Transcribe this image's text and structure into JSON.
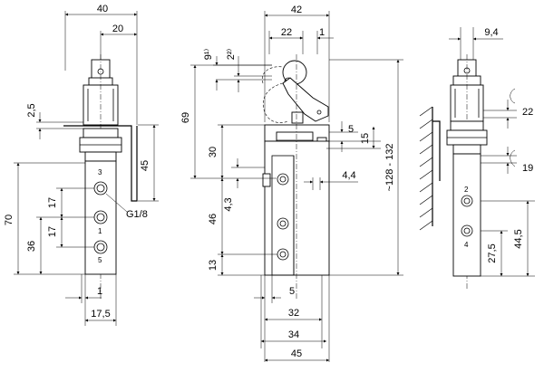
{
  "left_view": {
    "dim_width_top": "40",
    "dim_offset_top": "20",
    "dim_flange": "2,5",
    "dim_height_45": "45",
    "dim_total_70": "70",
    "dim_pitch_a": "17",
    "dim_pitch_b": "17",
    "dim_36": "36",
    "port_thread": "G1/8",
    "port_3": "3",
    "port_1": "1",
    "port_5": "5",
    "dim_bottom_1": "1",
    "dim_bottom_17_5": "17,5"
  },
  "center_view": {
    "dim_width_42": "42",
    "dim_22": "22",
    "dim_1": "1",
    "note_1": "9¹⁾",
    "note_2": "2²⁾",
    "dim_69": "69",
    "dim_30": "30",
    "dim_5_top": "5",
    "dim_15": "15",
    "dim_4_4": "4,4",
    "dim_4_3": "4,3",
    "dim_46": "46",
    "dim_13": "13",
    "dim_range": "~128 - 132",
    "dim_5_bottom": "5",
    "dim_32": "32",
    "dim_34": "34",
    "dim_45": "45"
  },
  "right_view": {
    "dim_9_4": "9,4",
    "dim_22": "22",
    "dim_19": "19",
    "port_2": "2",
    "port_4": "4",
    "dim_27_5": "27,5",
    "dim_44_5": "44,5"
  }
}
